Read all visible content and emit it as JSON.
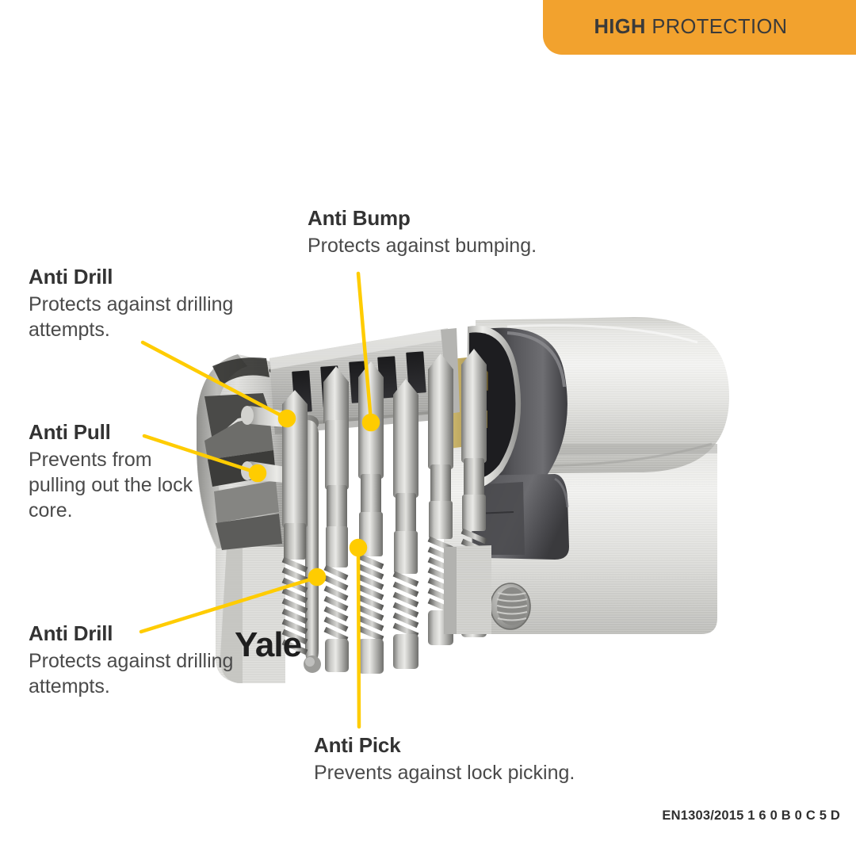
{
  "badge": {
    "strong": "HIGH",
    "light": " PROTECTION",
    "color": "#f2a22e"
  },
  "callouts": [
    {
      "id": "anti-bump",
      "title": "Anti Bump",
      "desc": "Protects against bumping."
    },
    {
      "id": "anti-drill-top",
      "title": "Anti Drill",
      "desc": "Protects against drilling attempts."
    },
    {
      "id": "anti-pull",
      "title": "Anti Pull",
      "desc": "Prevents from pulling out the lock core."
    },
    {
      "id": "anti-drill-bottom",
      "title": "Anti Drill",
      "desc": "Protects against drilling attempts."
    },
    {
      "id": "anti-pick",
      "title": "Anti Pick",
      "desc": "Prevents against lock picking."
    }
  ],
  "product": {
    "brand": "Yale",
    "type": "euro-profile-cylinder-cutaway"
  },
  "footer": {
    "standard_code": "EN1303/2015 1 6 0 B 0 C 5 D"
  },
  "colors": {
    "leader": "#ffcc00",
    "heading": "#333333",
    "body": "#4a4a4a",
    "badge": "#f2a22e",
    "background": "#ffffff",
    "metal_light": "#e8e8e6",
    "metal_mid": "#b9b9b6",
    "metal_dark": "#8d8d8a",
    "cam_dark": "#555558",
    "brass": "#b8a05c"
  }
}
